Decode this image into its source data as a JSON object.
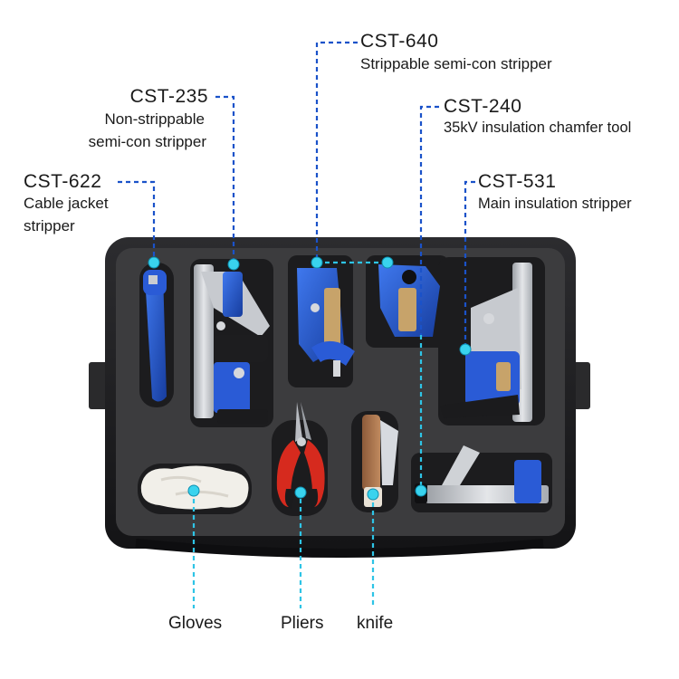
{
  "image": {
    "subject": "Open black carrying case with foam inserts holding cable stripping tools, with labelled callouts",
    "colors": {
      "background": "#ffffff",
      "case": "#232325",
      "foam": "#3c3c3e",
      "tool_blue": "#1f4fc2",
      "callout_top": "#1a52c9",
      "callout_bottom": "#2ec4e6",
      "dot": "#39d3ee"
    }
  },
  "callouts": {
    "cst640": {
      "code": "CST-640",
      "desc": "Strippable semi-con stripper"
    },
    "cst235": {
      "code": "CST-235",
      "desc_line1": "Non-strippable",
      "desc_line2": "semi-con stripper"
    },
    "cst240": {
      "code": "CST-240",
      "desc": "35kV insulation chamfer tool"
    },
    "cst622": {
      "code": "CST-622",
      "desc_line1": "Cable jacket",
      "desc_line2": "stripper"
    },
    "cst531": {
      "code": "CST-531",
      "desc": "Main insulation stripper"
    }
  },
  "bottom_labels": {
    "gloves": "Gloves",
    "pliers": "Pliers",
    "knife": "knife"
  }
}
